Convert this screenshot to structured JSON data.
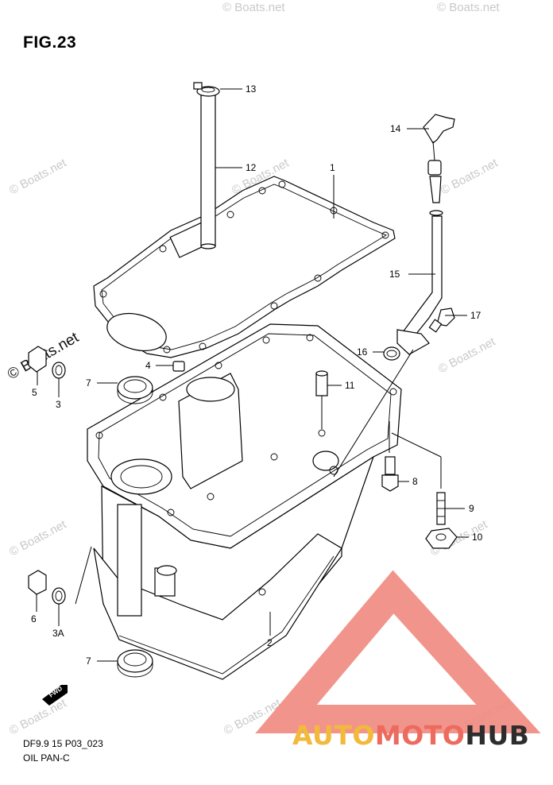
{
  "figure": {
    "title": "FIG.23",
    "code": "DF9.9 15 P03_023",
    "name": "OIL PAN-C"
  },
  "watermark": {
    "text": "© Boats.net"
  },
  "brand": {
    "part1": "AUTO",
    "part2": "MOTO",
    "part3": "HUB",
    "colors": {
      "auto": "#f2b93b",
      "moto": "#ec6b5e",
      "hub": "#2d2d2d",
      "triangle": "#f08a80"
    }
  },
  "fwd_mark": {
    "text": "FWD"
  },
  "parts": [
    {
      "id": "1",
      "label": "1"
    },
    {
      "id": "2",
      "label": "2"
    },
    {
      "id": "3",
      "label": "3"
    },
    {
      "id": "3a",
      "label": "3A"
    },
    {
      "id": "4",
      "label": "4"
    },
    {
      "id": "5",
      "label": "5"
    },
    {
      "id": "6",
      "label": "6"
    },
    {
      "id": "7a",
      "label": "7"
    },
    {
      "id": "7b",
      "label": "7"
    },
    {
      "id": "8",
      "label": "8"
    },
    {
      "id": "9",
      "label": "9"
    },
    {
      "id": "10",
      "label": "10"
    },
    {
      "id": "11",
      "label": "11"
    },
    {
      "id": "12",
      "label": "12"
    },
    {
      "id": "13",
      "label": "13"
    },
    {
      "id": "14",
      "label": "14"
    },
    {
      "id": "15",
      "label": "15"
    },
    {
      "id": "16",
      "label": "16"
    },
    {
      "id": "17",
      "label": "17"
    }
  ]
}
